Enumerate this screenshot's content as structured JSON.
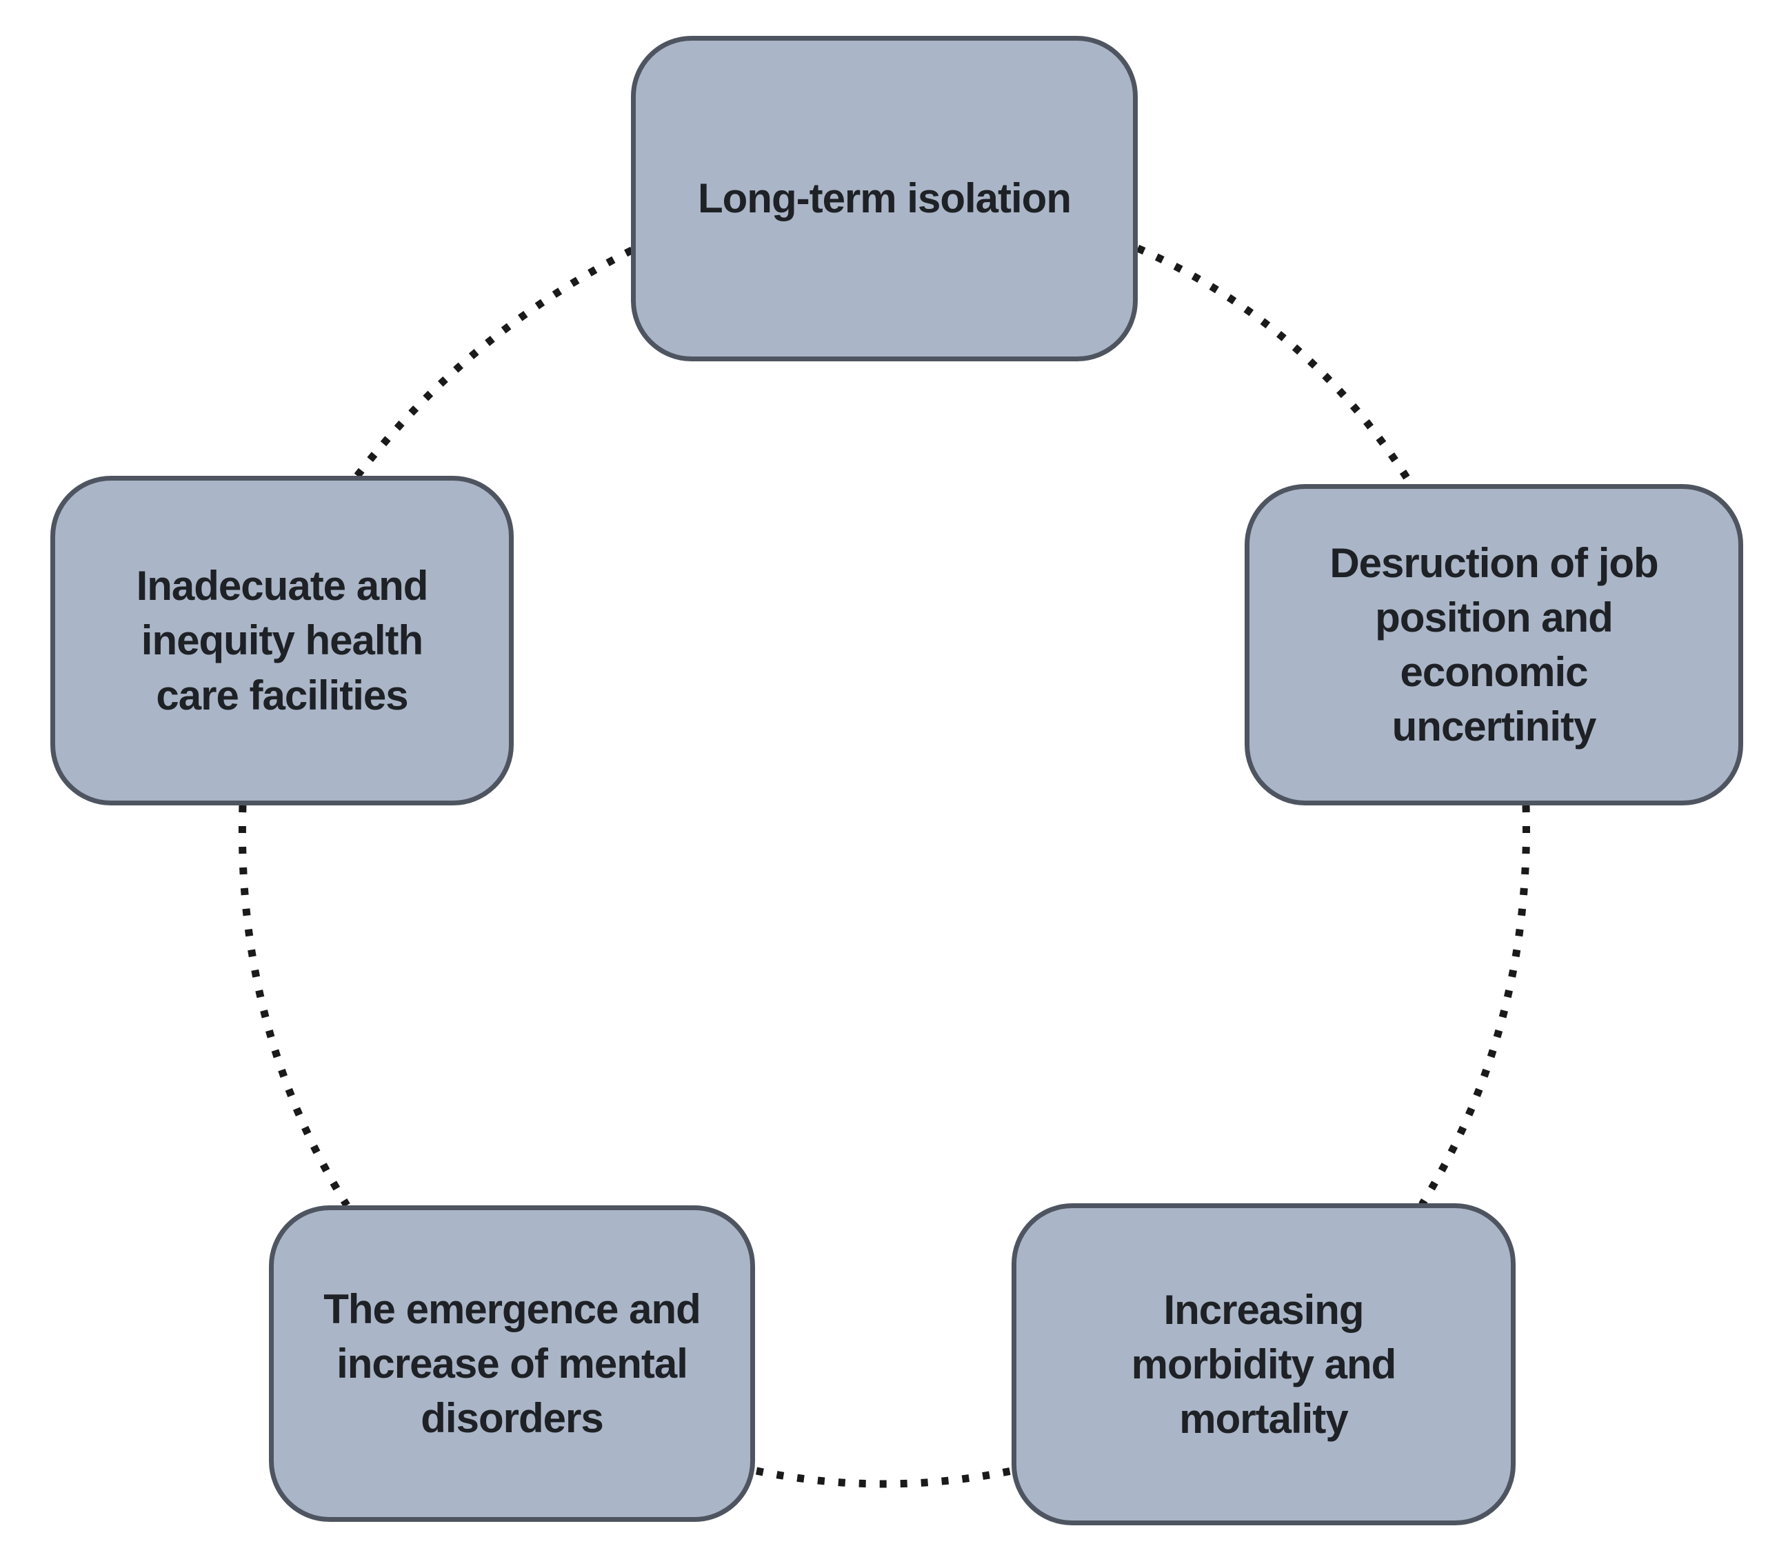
{
  "diagram": {
    "type": "cycle",
    "background": "#ffffff",
    "colors": {
      "node_fill": "#aab5c7",
      "node_border": "#4e5560",
      "node_text": "#1e2125",
      "connector": "#1a1a1a"
    },
    "nodes": [
      {
        "id": "long-term-isolation",
        "position": "top",
        "label": "Long-term isolation"
      },
      {
        "id": "job-destruction-economic-uncertainty",
        "position": "right",
        "label": "Desruction of job\nposition and\neconomic\nuncertinity"
      },
      {
        "id": "increasing-morbidity-mortality",
        "position": "bottom-right",
        "label": "Increasing\nmorbidity and\nmortality"
      },
      {
        "id": "emergence-mental-disorders",
        "position": "bottom-left",
        "label": "The emergence and\nincrease of mental\ndisorders"
      },
      {
        "id": "inadequate-health-care",
        "position": "left",
        "label": "Inadecuate and\ninequity health\ncare facilities"
      }
    ],
    "connector_style": "dotted-arc"
  }
}
